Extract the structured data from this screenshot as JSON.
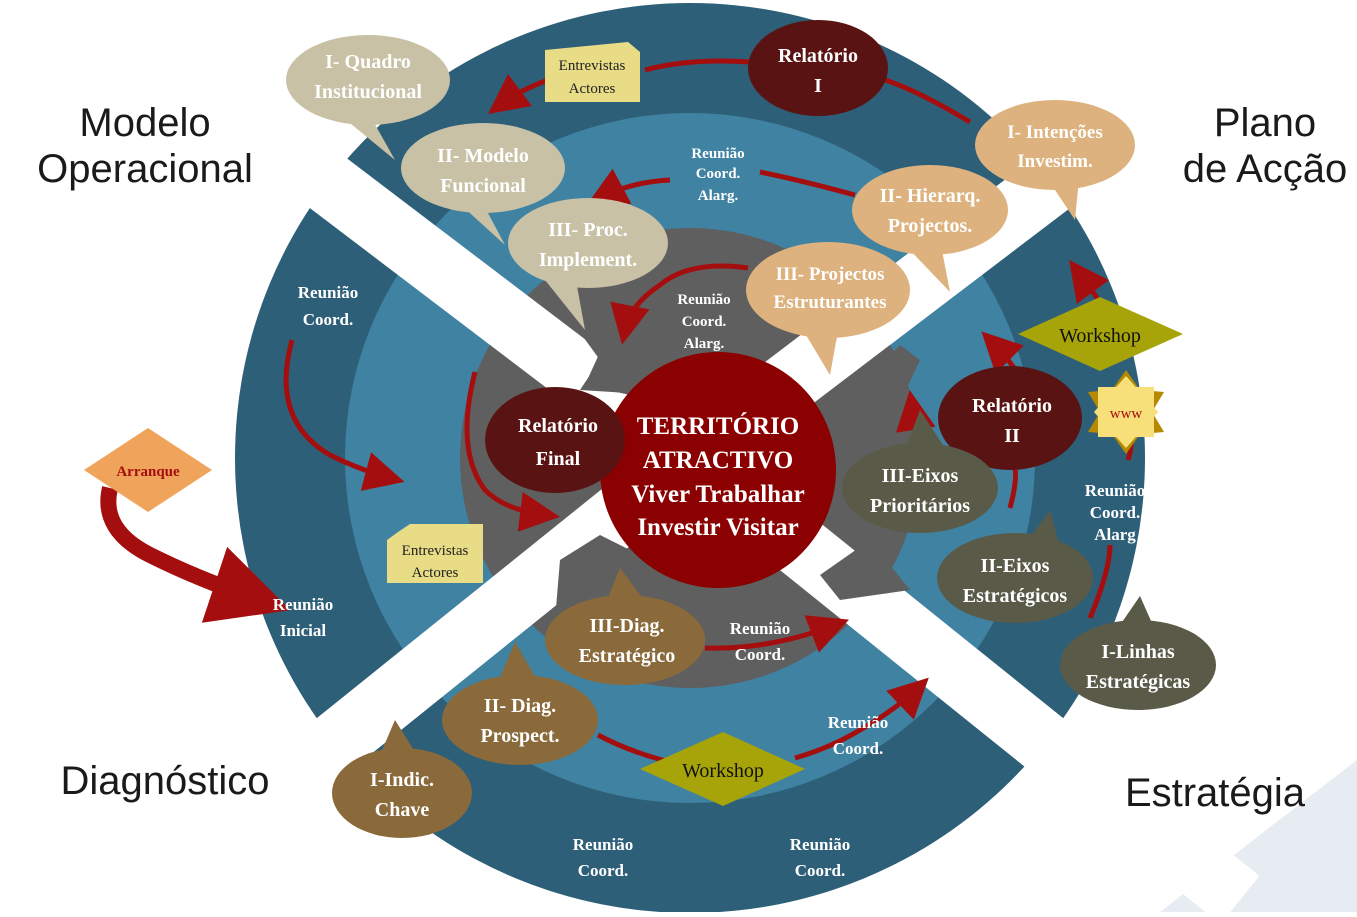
{
  "quadrants": {
    "modelo": "Modelo Operacional",
    "modelo_l1": "Modelo",
    "modelo_l2": "Operacional",
    "plano_l1": "Plano",
    "plano_l2": "de Acção",
    "diagnostico": "Diagnóstico",
    "estrategia": "Estratégia"
  },
  "center": {
    "l1": "TERRITÓRIO",
    "l2": "ATRACTIVO",
    "l3": "Viver Trabalhar",
    "l4": "Investir Visitar"
  },
  "relatorio_final": [
    "Relatório",
    "Final"
  ],
  "relatorio_1": [
    "Relatório",
    "I"
  ],
  "relatorio_2": [
    "Relatório",
    "II"
  ],
  "modelo_bubbles": {
    "b1": [
      "I- Quadro",
      "Institucional"
    ],
    "b2": [
      "II- Modelo",
      "Funcional"
    ],
    "b3": [
      "III- Proc.",
      "Implement."
    ]
  },
  "plano_bubbles": {
    "b1": [
      "I- Intenções",
      "Investim."
    ],
    "b2": [
      "II- Hierarq.",
      "Projectos."
    ],
    "b3": [
      "III- Projectos",
      "Estruturantes"
    ]
  },
  "estrategia_bubbles": {
    "b1": [
      "I-Linhas",
      "Estratégicas"
    ],
    "b2": [
      "II-Eixos",
      "Estratégicos"
    ],
    "b3": [
      "III-Eixos",
      "Prioritários"
    ]
  },
  "diagnostico_bubbles": {
    "b1": [
      "I-Indic.",
      "Chave"
    ],
    "b2": [
      "II- Diag.",
      "Prospect."
    ],
    "b3": [
      "III-Diag.",
      "Estratégico"
    ]
  },
  "notes": {
    "entrevistas_top": [
      "Entrevistas",
      "Actores"
    ],
    "entrevistas_left": [
      "Entrevistas",
      "Actores"
    ]
  },
  "diamonds": {
    "arranque": "Arranque",
    "workshop_right": "Workshop",
    "workshop_bottom": "Workshop",
    "www": "www"
  },
  "reunioes": {
    "top_mid": [
      "Reunião",
      "Coord.",
      "Alarg."
    ],
    "top_inner": [
      "Reunião",
      "Coord.",
      "Alarg."
    ],
    "left": [
      "Reunião",
      "Coord."
    ],
    "inicial": [
      "Reunião",
      "Inicial"
    ],
    "right": [
      "Reunião",
      "Coord.",
      "Alarg"
    ],
    "bottom_inner": [
      "Reunião",
      "Coord."
    ],
    "bottom_mid": [
      "Reunião",
      "Coord."
    ],
    "bottom_left": [
      "Reunião",
      "Coord."
    ],
    "bottom_right": [
      "Reunião",
      "Coord."
    ]
  },
  "colors": {
    "outer_ring": "#2e5f78",
    "mid_ring": "#3f82a2",
    "inner_ring": "#5f5f5f",
    "center": "#8b0000",
    "relatorio": "#5a1313",
    "modelo_bubble": "#c9c1a6",
    "plano_bubble": "#ddb27e",
    "estrategia_bubble": "#5a5a48",
    "diagnostico_bubble": "#8a6a3a",
    "arrow": "#a50e0e",
    "note": "#e8dc86",
    "diamond": "#a7a40a",
    "arranque": "#f0a35a"
  }
}
